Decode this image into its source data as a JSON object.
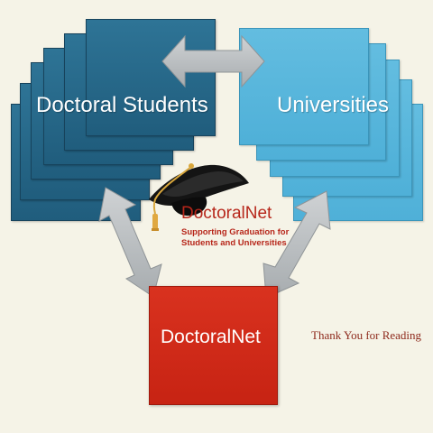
{
  "nodes": {
    "students_label": "Doctoral Students",
    "universities_label": "Universities",
    "doctoralnet_label": "DoctoralNet"
  },
  "brand": {
    "title": "DoctoralNet",
    "tagline_line1": "Supporting Graduation for",
    "tagline_line2": "Students and Universities"
  },
  "thanks": "Thank You for Reading",
  "icons": [
    "graduation-cap-icon"
  ],
  "colors": {
    "students": "#2a6b8e",
    "universities": "#5bb8de",
    "doctoralnet": "#d02b18",
    "arrows": "#b8bcbf",
    "brand_text": "#b7261a",
    "background": "#f5f3e7"
  }
}
